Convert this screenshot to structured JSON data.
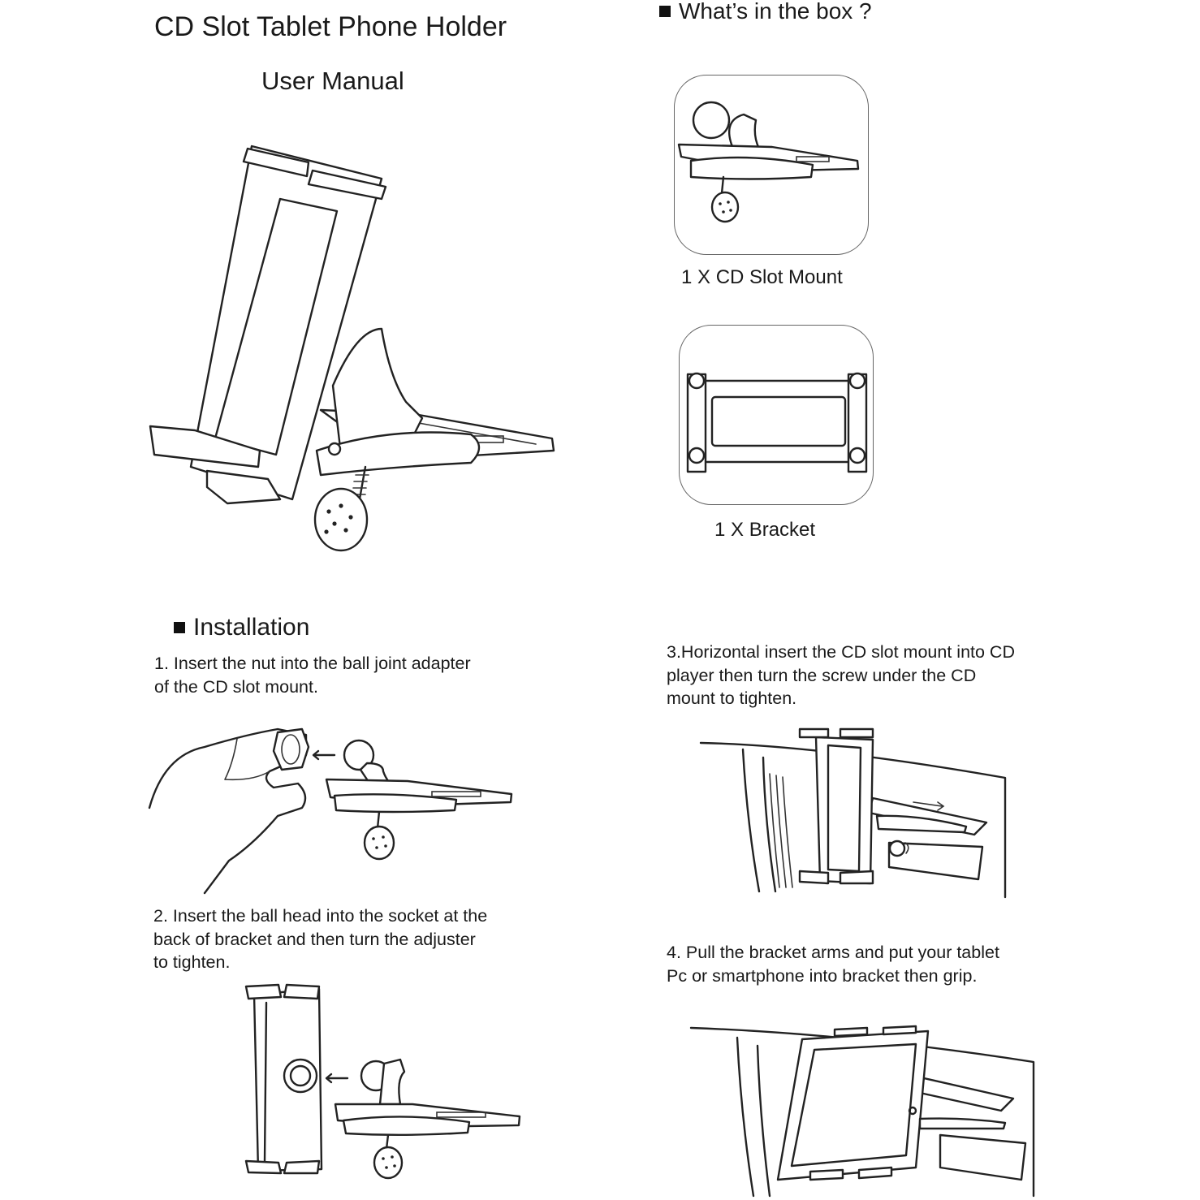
{
  "header": {
    "title": "CD Slot Tablet Phone Holder",
    "subtitle": "User Manual"
  },
  "box": {
    "heading": "What’s in the box ?",
    "items": [
      {
        "caption": "1 X CD Slot Mount",
        "icon": "cd-slot-mount-illustration"
      },
      {
        "caption": "1 X Bracket",
        "icon": "bracket-illustration"
      }
    ]
  },
  "installation": {
    "heading": "Installation",
    "steps": [
      {
        "text": "1. Insert the nut into the ball joint adapter\nof the CD slot mount."
      },
      {
        "text": "2. Insert the ball head into the socket at the\nback of bracket and then turn the adjuster\nto tighten."
      },
      {
        "text": "3.Horizontal insert the CD slot mount into CD\nplayer then turn the screw under the CD\nmount to tighten."
      },
      {
        "text": "4. Pull the bracket arms and put your tablet\nPc or smartphone into bracket then grip."
      }
    ]
  },
  "colors": {
    "ink": "#1a1a1a",
    "card_border": "#666666",
    "background": "#ffffff"
  }
}
